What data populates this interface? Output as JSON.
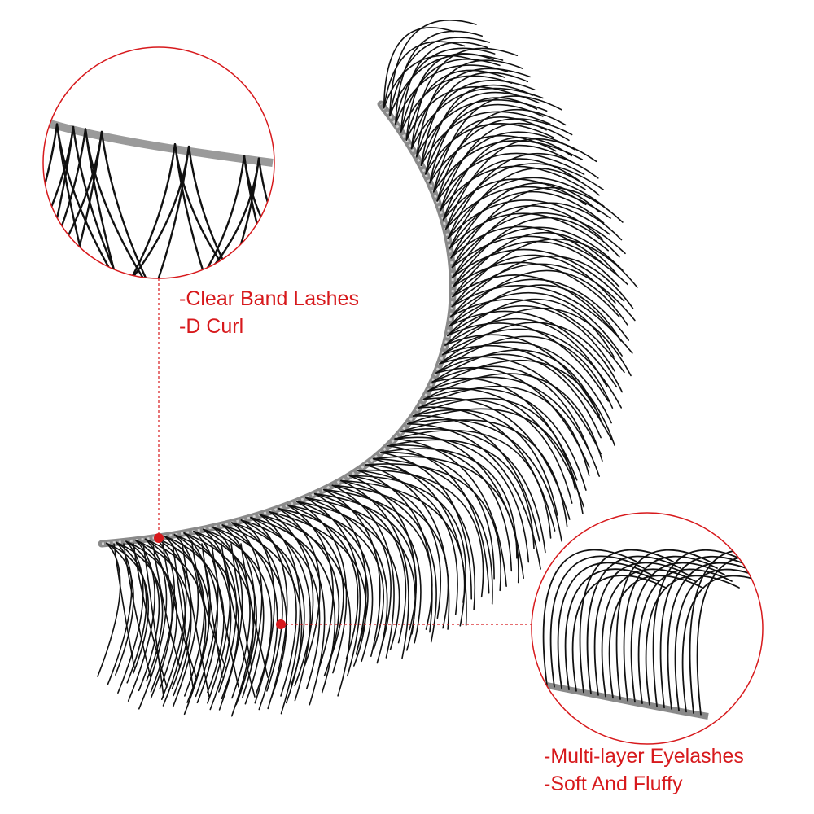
{
  "colors": {
    "accent": "#d7191c",
    "lash": "#111111",
    "band": "#8a8a8a",
    "background": "#ffffff"
  },
  "callouts": {
    "top": {
      "line1": "-Clear Band Lashes",
      "line2": "-D Curl"
    },
    "bottom": {
      "line1": "-Multi-layer Eyelashes",
      "line2": "-Soft And Fluffy"
    }
  }
}
